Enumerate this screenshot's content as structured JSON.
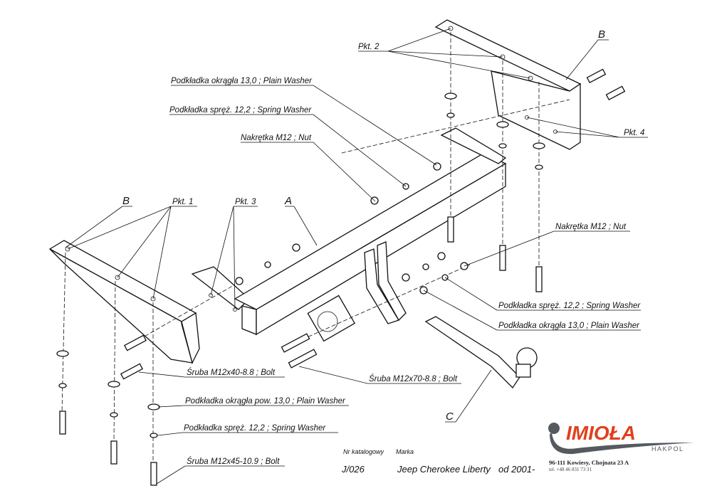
{
  "labels": {
    "pkt1": "Pkt. 1",
    "pkt2": "Pkt. 2",
    "pkt3": "Pkt. 3",
    "pkt4": "Pkt. 4",
    "part_a": "A",
    "part_b_top": "B",
    "part_b_left": "B",
    "part_c": "C",
    "plain_washer_top": "Podkładka okrągła 13,0 ; Plain Washer",
    "spring_washer_top": "Podkładka spręż. 12,2 ; Spring Washer",
    "nut_top": "Nakrętka  M12 ; Nut",
    "nut_right": "Nakrętka  M12 ; Nut",
    "spring_washer_right": "Podkładka spręż. 12,2 ; Spring Washer",
    "plain_washer_right": "Podkładka okrągła 13,0 ; Plain Washer",
    "bolt_m12x70": "Śruba M12x70-8.8 ;  Bolt",
    "bolt_m12x40": "Śruba M12x40-8.8 ;  Bolt",
    "plain_washer_pow": "Podkładka okrągła pow. 13,0 ; Plain Washer",
    "spring_washer_bottom": "Podkładka spręż. 12,2 ; Spring Washer",
    "bolt_m12x45": "Śruba M12x45-10.9 ;  Bolt"
  },
  "footer": {
    "catalog_label": "Nr katalogowy",
    "brand_label": "Marka",
    "catalog_number": "J/026",
    "vehicle": "Jeep Cherokee Liberty",
    "year": "od 2001-"
  },
  "company": {
    "logo_text": "IMIOŁA",
    "logo_sub": "HAKPOL",
    "address": "96-111 Kowiesy, Chojnata 23 A",
    "phone": "tel. +48 46 831 73 31",
    "brand_color": "#e0401e",
    "logo_gray": "#555a60"
  }
}
